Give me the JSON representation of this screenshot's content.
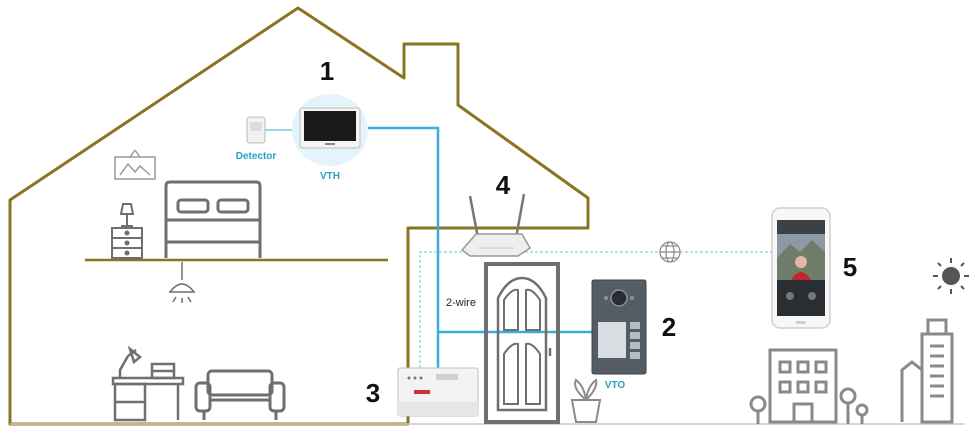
{
  "diagram": {
    "labels": {
      "vth": "VTH",
      "detector": "Detector",
      "vto": "VTO",
      "two_wire": "2-wire"
    },
    "callouts": {
      "indoor_monitor": "1",
      "door_station": "2",
      "switch": "3",
      "router": "4",
      "smartphone": "5"
    },
    "colors": {
      "house_outline": "#8a7420",
      "cable": "#3aaed8",
      "network_dash": "#6cc3e0",
      "device_gray": "#6f6f6f",
      "callout_text": "#111111",
      "caption_text": "#2a9fc4"
    },
    "icons": [
      "house-outline",
      "detector-icon",
      "indoor-monitor",
      "picture-frame-icon",
      "bed-icon",
      "nightstand-icon",
      "ceiling-lamp-icon",
      "desk-icon",
      "sofa-icon",
      "router-icon",
      "globe-icon",
      "door-icon",
      "door-station",
      "switch-box",
      "plant-pot-icon",
      "smartphone",
      "office-building-icon",
      "tower-building-icon",
      "sun-icon"
    ]
  }
}
